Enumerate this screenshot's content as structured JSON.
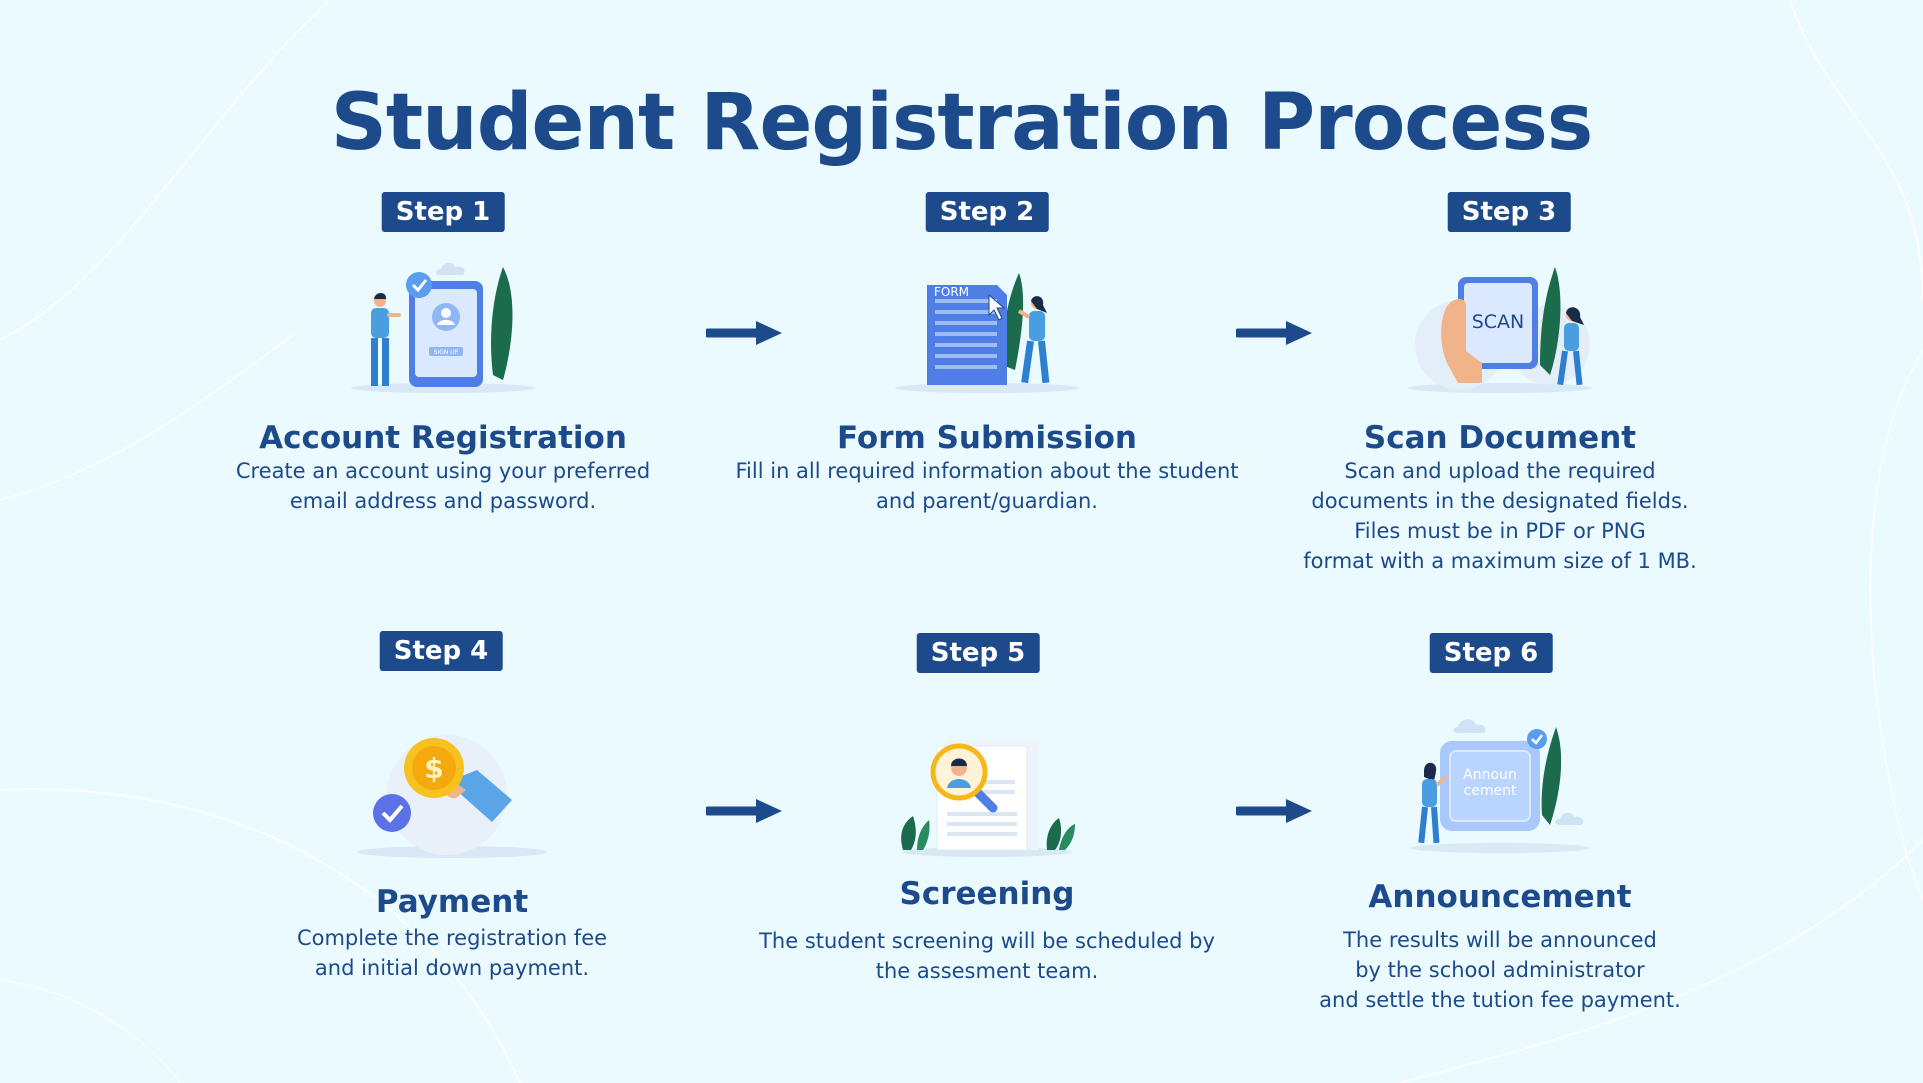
{
  "title": "Student Registration Process",
  "steps": [
    {
      "badge": "Step 1",
      "title": "Account Registration",
      "desc_lines": [
        "Create an account using your preferred",
        "email address and password."
      ],
      "icon": "sign-up-phone-illustration",
      "icon_text": "SIGN UP"
    },
    {
      "badge": "Step 2",
      "title": "Form Submission",
      "desc_lines": [
        "Fill in all required information about the student",
        "and parent/guardian."
      ],
      "icon": "form-document-illustration",
      "icon_text": "FORM"
    },
    {
      "badge": "Step 3",
      "title": "Scan Document",
      "desc_lines": [
        "Scan and upload the required",
        "documents in the designated fields.",
        "Files must be in PDF or PNG",
        "format with a maximum size of 1 MB."
      ],
      "icon": "scan-tablet-illustration",
      "icon_text": "SCAN"
    },
    {
      "badge": "Step 4",
      "title": "Payment",
      "desc_lines": [
        "Complete the registration fee",
        "and initial down payment."
      ],
      "icon": "coin-payment-illustration",
      "icon_text": "$"
    },
    {
      "badge": "Step 5",
      "title": "Screening",
      "desc_lines": [
        "The student screening will be scheduled by",
        "the assesment team."
      ],
      "icon": "magnifier-screening-illustration",
      "icon_text": ""
    },
    {
      "badge": "Step 6",
      "title": "Announcement",
      "desc_lines": [
        "The results will be announced",
        "by the school administrator",
        "and settle the tution fee payment."
      ],
      "icon": "announcement-board-illustration",
      "icon_text_lines": [
        "Announ",
        "cement"
      ]
    }
  ],
  "colors": {
    "background": "#eafaff",
    "primary": "#1c4a8a",
    "accent_blue": "#5a8dee",
    "person_blue": "#4a9ee0",
    "leaf_green": "#1b6b4c",
    "coin_yellow": "#f7c21d"
  }
}
